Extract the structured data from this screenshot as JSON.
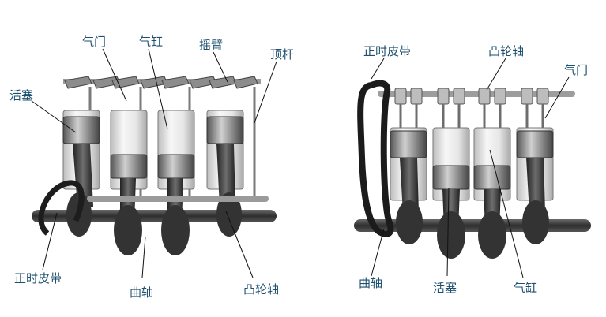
{
  "left_diagram": {
    "labels": {
      "valve": "气门",
      "cylinder": "气缸",
      "rocker_arm": "摇臂",
      "push_rod": "顶杆",
      "piston": "活塞",
      "timing_belt": "正时皮带",
      "crankshaft": "曲轴",
      "camshaft": "凸轮轴"
    }
  },
  "right_diagram": {
    "labels": {
      "timing_belt": "正时皮带",
      "camshaft": "凸轮轴",
      "valve": "气门",
      "crankshaft": "曲轴",
      "piston": "活塞",
      "cylinder": "气缸"
    }
  },
  "colors": {
    "label_text": "#1d4f6e",
    "leader_line": "#111111",
    "metal_dark": "#3a3a3a",
    "metal_light": "#d9d9d9"
  }
}
